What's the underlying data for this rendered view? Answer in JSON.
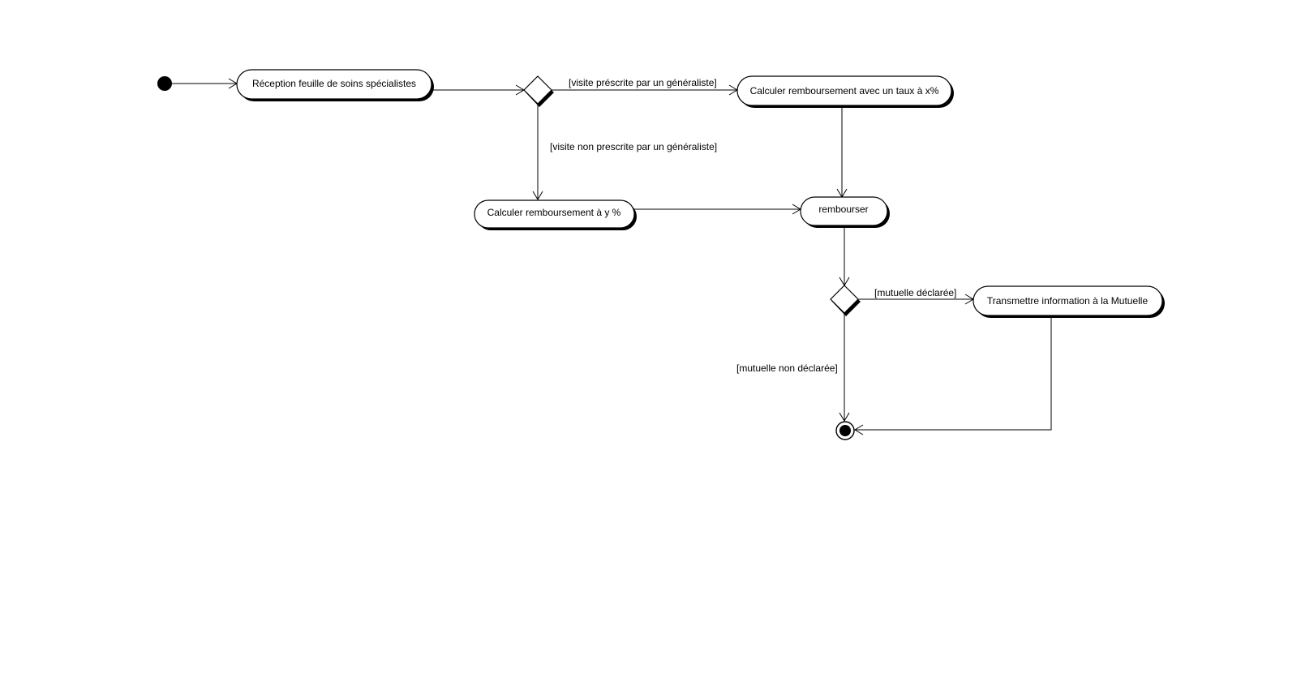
{
  "activities": {
    "reception": "Réception feuille de soins spécialistes",
    "calcul_x": "Calculer remboursement avec un taux à x%",
    "calcul_y": "Calculer remboursement à y %",
    "rembourser": "rembourser",
    "transmettre": "Transmettre information à la Mutuelle"
  },
  "guards": {
    "prescrite": "[visite préscrite par un généraliste]",
    "non_prescrite": "[visite non prescrite par un généraliste]",
    "mutuelle_declaree": "[mutuelle déclarée]",
    "mutuelle_non_declaree": "[mutuelle non déclarée]"
  }
}
